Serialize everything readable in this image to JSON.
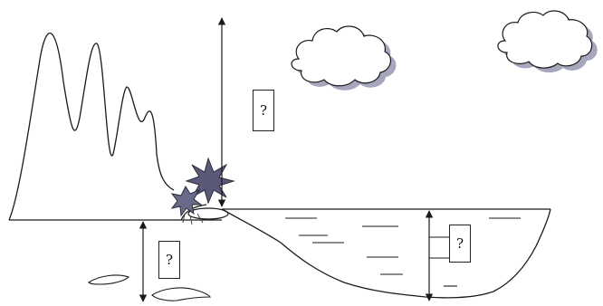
{
  "labels": {
    "altitude_box": "?",
    "ground_box": "?",
    "depth_box": "?"
  },
  "colors": {
    "line": "#1a1a1a",
    "cloud_shadow": "#9a9ab0",
    "plant": "#5a5a78"
  },
  "icons": [
    "mountain-range",
    "cloud",
    "cloud",
    "palm-plant",
    "fish",
    "seaweed"
  ]
}
